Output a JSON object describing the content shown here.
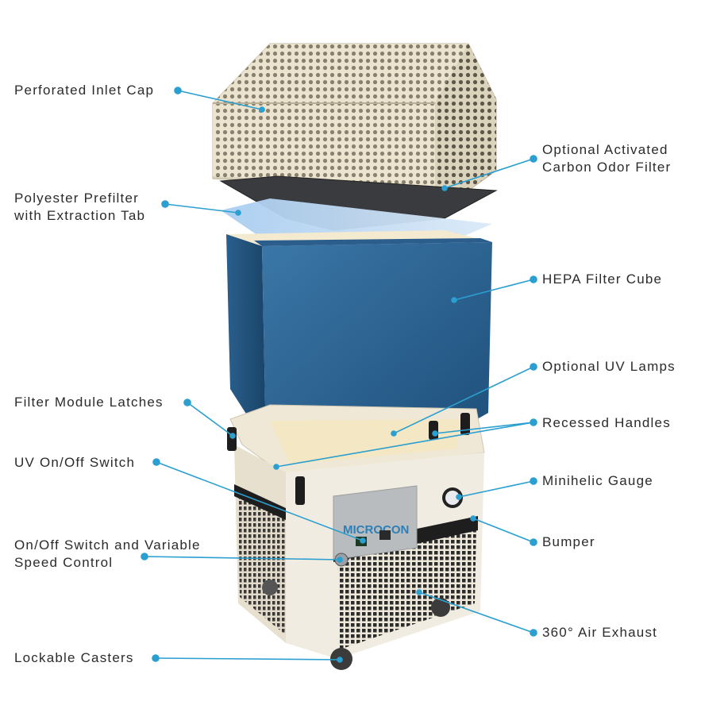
{
  "diagram": {
    "title": "",
    "subject": "Portable HEPA air filtration unit (exploded view)",
    "brand_on_panel": "MICROCON",
    "accent_color": "#2a9fd0",
    "text_color": "#2b2b2b",
    "labels": {
      "left": [
        {
          "id": "perforated-inlet-cap",
          "line1": "Perforated Inlet Cap",
          "line2": ""
        },
        {
          "id": "polyester-prefilter",
          "line1": "Polyester Prefilter",
          "line2": "with Extraction Tab"
        },
        {
          "id": "filter-module-latches",
          "line1": "Filter Module Latches",
          "line2": ""
        },
        {
          "id": "uv-on-off-switch",
          "line1": "UV On/Off Switch",
          "line2": ""
        },
        {
          "id": "on-off-switch-speed-control",
          "line1": "On/Off Switch and Variable",
          "line2": "Speed Control"
        },
        {
          "id": "lockable-casters",
          "line1": "Lockable Casters",
          "line2": ""
        }
      ],
      "right": [
        {
          "id": "carbon-odor-filter",
          "line1": "Optional Activated",
          "line2": "Carbon Odor Filter"
        },
        {
          "id": "hepa-filter-cube",
          "line1": "HEPA Filter Cube",
          "line2": ""
        },
        {
          "id": "optional-uv-lamps",
          "line1": "Optional UV Lamps",
          "line2": ""
        },
        {
          "id": "recessed-handles",
          "line1": "Recessed Handles",
          "line2": ""
        },
        {
          "id": "minihelic-gauge",
          "line1": "Minihelic Gauge",
          "line2": ""
        },
        {
          "id": "bumper",
          "line1": "Bumper",
          "line2": ""
        },
        {
          "id": "air-exhaust",
          "line1": "360° Air Exhaust",
          "line2": ""
        }
      ]
    }
  }
}
